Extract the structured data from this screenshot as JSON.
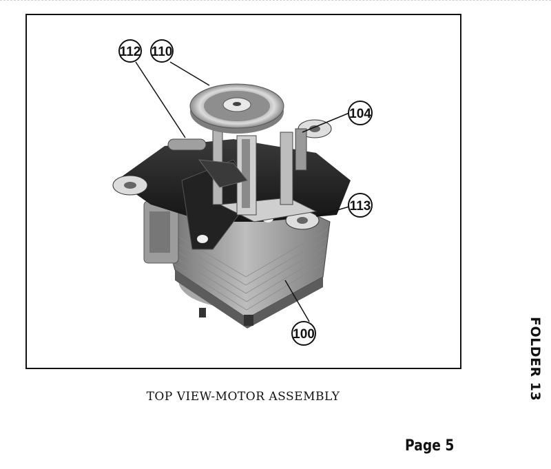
{
  "figure": {
    "callouts": [
      {
        "id": "c112",
        "label": "112"
      },
      {
        "id": "c110",
        "label": "110"
      },
      {
        "id": "c104",
        "label": "104"
      },
      {
        "id": "c113",
        "label": "113"
      },
      {
        "id": "c100",
        "label": "100"
      }
    ]
  },
  "caption": "TOP VIEW-MOTOR ASSEMBLY",
  "folder_label": "FOLDER 13",
  "page_label": "Page 5"
}
